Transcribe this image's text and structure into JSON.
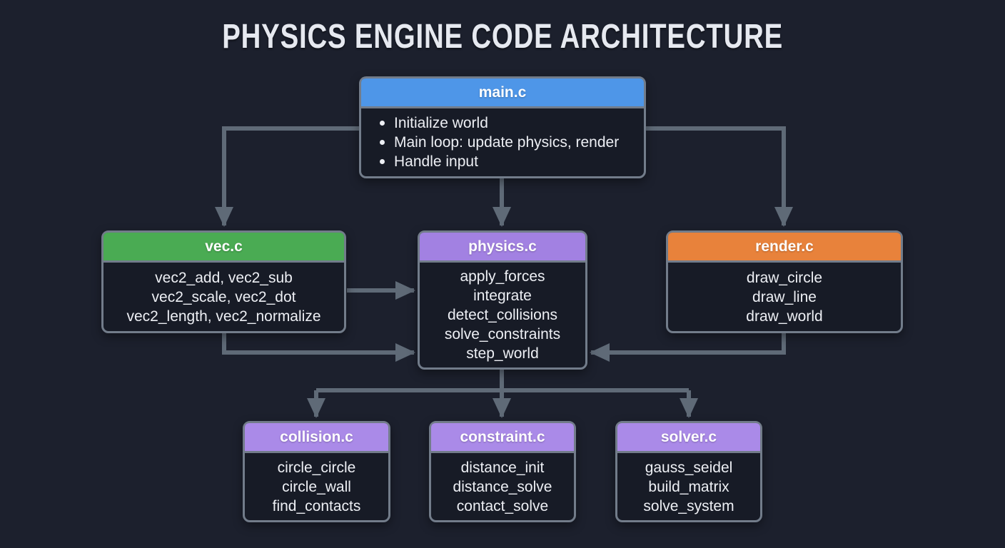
{
  "title": "PHYSICS ENGINE CODE ARCHITECTURE",
  "colors": {
    "background": "#1c202d",
    "box_body": "#171b26",
    "box_border": "#727c8a",
    "arrow": "#5f6a77",
    "text": "#edeff4",
    "header_blue": "#4e96e8",
    "header_green": "#4aab53",
    "header_purple": "#a281e2",
    "header_purple_light": "#aa8ae8",
    "header_orange": "#e8823b"
  },
  "nodes": {
    "main": {
      "title": "main.c",
      "bullets": [
        "Initialize world",
        "Main loop: update physics, render",
        "Handle input"
      ]
    },
    "vec": {
      "title": "vec.c",
      "functions": [
        "vec2_add, vec2_sub",
        "vec2_scale, vec2_dot",
        "vec2_length, vec2_normalize"
      ]
    },
    "physics": {
      "title": "physics.c",
      "functions": [
        "apply_forces",
        "integrate",
        "detect_collisions",
        "solve_constraints",
        "step_world"
      ]
    },
    "render": {
      "title": "render.c",
      "functions": [
        "draw_circle",
        "draw_line",
        "draw_world"
      ]
    },
    "collision": {
      "title": "collision.c",
      "functions": [
        "circle_circle",
        "circle_wall",
        "find_contacts"
      ]
    },
    "constraint": {
      "title": "constraint.c",
      "functions": [
        "distance_init",
        "distance_solve",
        "contact_solve"
      ]
    },
    "solver": {
      "title": "solver.c",
      "functions": [
        "gauss_seidel",
        "build_matrix",
        "solve_system"
      ]
    }
  },
  "edges": [
    {
      "from": "main.c",
      "to": "vec.c"
    },
    {
      "from": "main.c",
      "to": "physics.c"
    },
    {
      "from": "main.c",
      "to": "render.c"
    },
    {
      "from": "vec.c",
      "to": "physics.c"
    },
    {
      "from": "vec.c",
      "to": "physics.c"
    },
    {
      "from": "render.c",
      "to": "physics.c"
    },
    {
      "from": "physics.c",
      "to": "collision.c"
    },
    {
      "from": "physics.c",
      "to": "constraint.c"
    },
    {
      "from": "physics.c",
      "to": "solver.c"
    }
  ]
}
